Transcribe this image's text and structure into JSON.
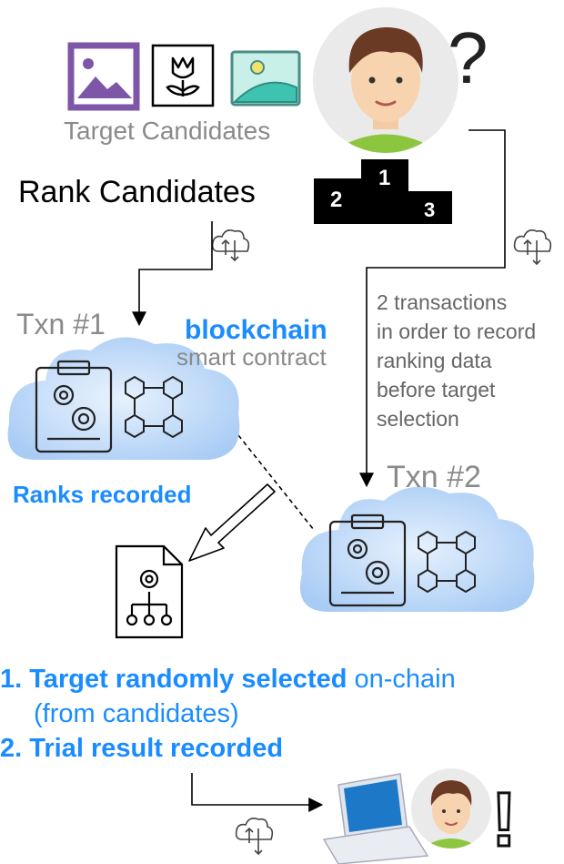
{
  "header": {
    "target_candidates": "Target Candidates",
    "question_mark": "?"
  },
  "rank": {
    "label": "Rank Candidates",
    "podium": [
      "2",
      "1",
      "3"
    ]
  },
  "txn1": {
    "label": "Txn #1",
    "caption": "Ranks recorded"
  },
  "blockchain": {
    "title": "blockchain",
    "subtitle": "smart contract"
  },
  "note": {
    "lines": [
      "2 transactions",
      "in order to record",
      "ranking data",
      "before target",
      "selection"
    ]
  },
  "txn2": {
    "label": "Txn #2"
  },
  "results": {
    "line1_num": "1.",
    "line1_bold": "Target randomly selected",
    "line1_rest": " on-chain",
    "line1_sub": "(from candidates)",
    "line2_num": "2.",
    "line2_bold": "Trial result recorded"
  },
  "final": {
    "exclamation": "!"
  },
  "colors": {
    "accent_blue": "#1a8cff",
    "gray_text": "#8a8a8a",
    "purple": "#7d56a8",
    "cloud": "#cfe3fb"
  }
}
